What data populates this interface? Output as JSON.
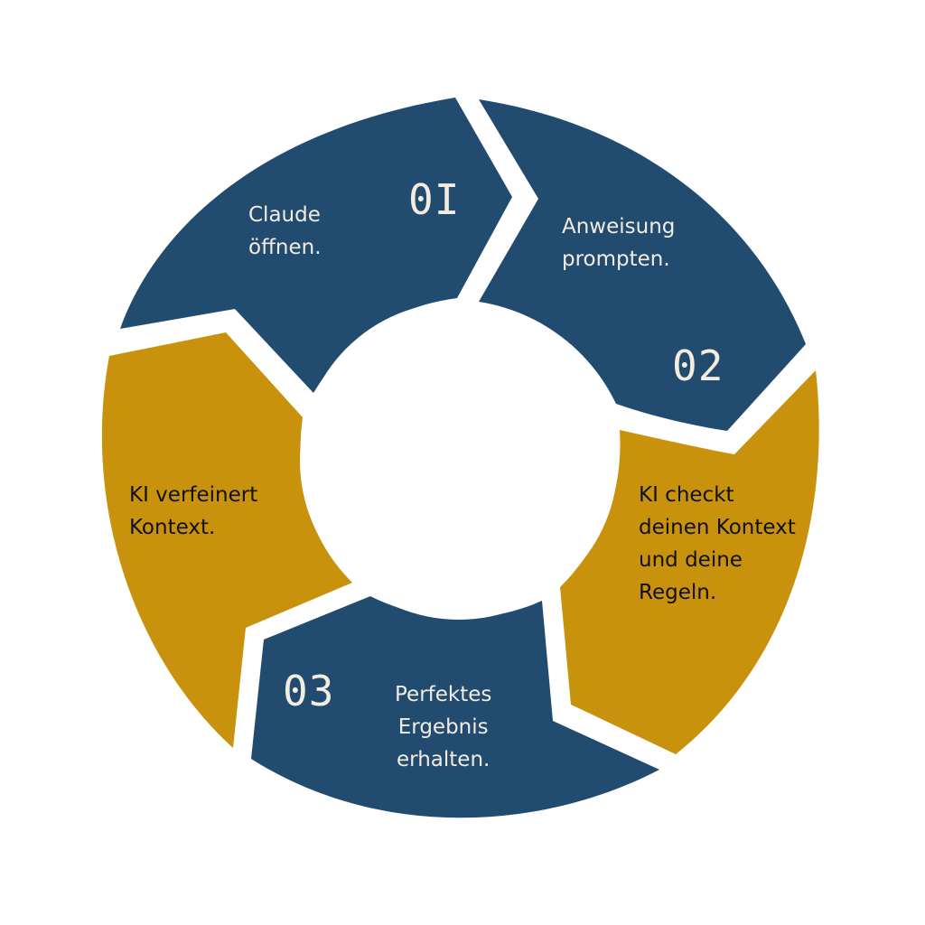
{
  "colors": {
    "blue": "#214b6f",
    "gold": "#c8920c",
    "center": "#ffffff",
    "blue_text": "#f2ede4",
    "gold_text": "#111111",
    "number_text": "#f3ecdf"
  },
  "segments": [
    {
      "id": "claude-oeffnen",
      "color": "blue",
      "number": "0I",
      "label": "Claude\nöffnen."
    },
    {
      "id": "anweisung-prompten",
      "color": "blue",
      "number": "02",
      "label": "Anweisung\nprompten."
    },
    {
      "id": "ki-checkt",
      "color": "gold",
      "number": "",
      "label": "KI checkt\ndeinen Kontext\nund deine\nRegeln."
    },
    {
      "id": "perfektes-ergebnis",
      "color": "blue",
      "number": "03",
      "label": "Perfektes\nErgebnis\nerhalten."
    },
    {
      "id": "ki-verfeinert",
      "color": "gold",
      "number": "",
      "label": "KI verfeinert\nKontext."
    }
  ]
}
